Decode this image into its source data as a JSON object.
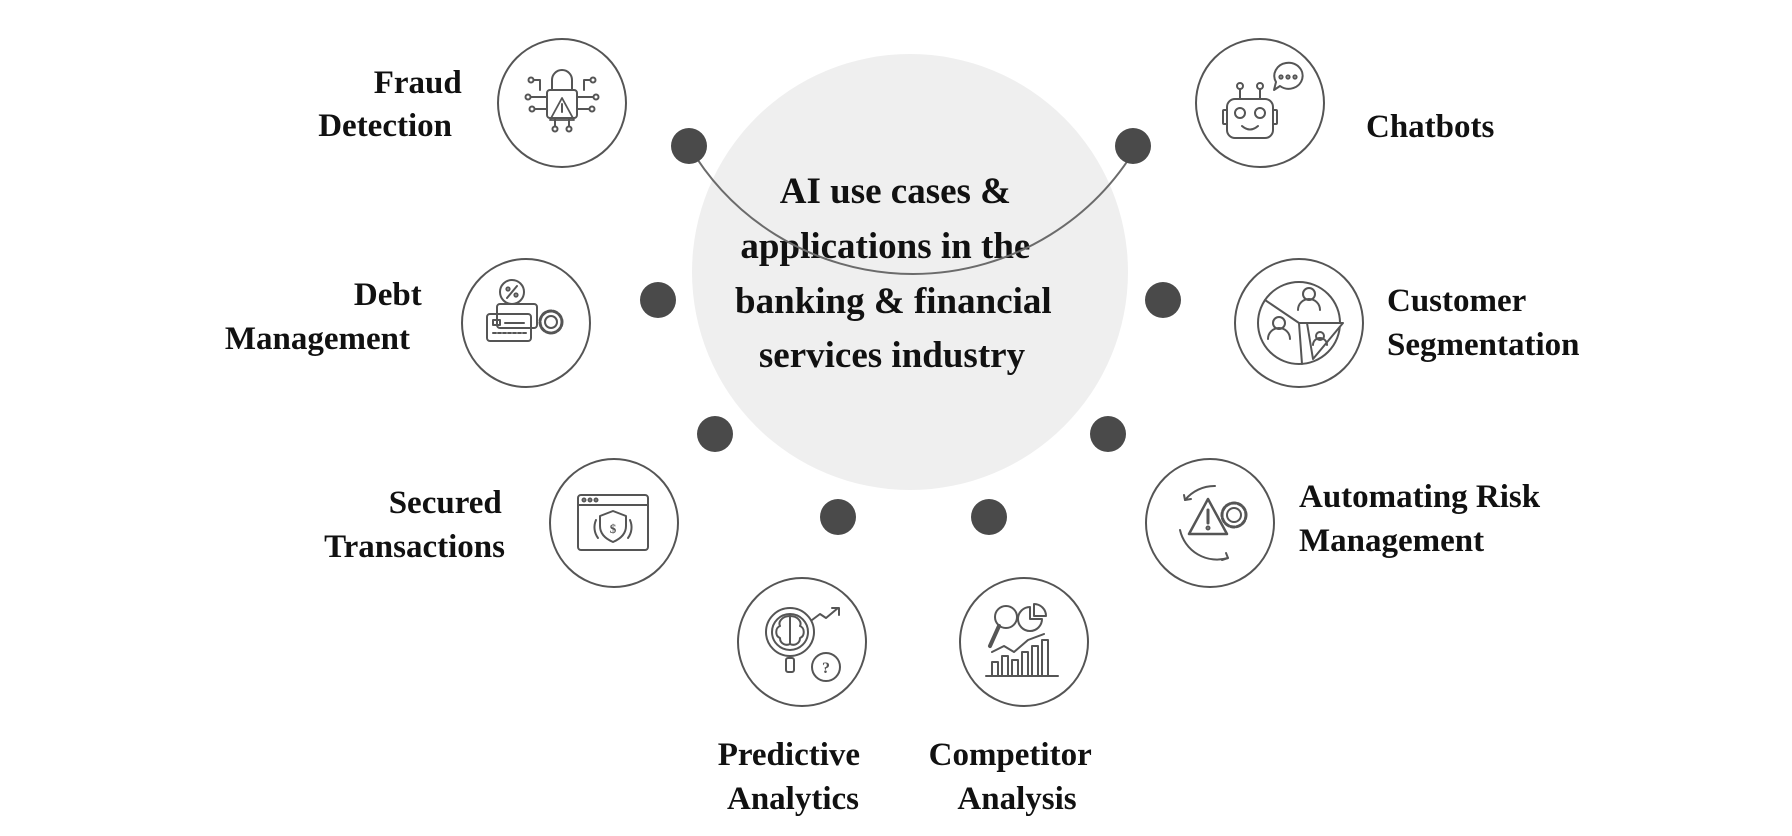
{
  "center": {
    "lines": [
      "AI use cases &",
      "applications in the",
      "banking & financial",
      "services industry"
    ]
  },
  "colors": {
    "center_fill": "#efefef",
    "ring": "#6b6b6b",
    "node": "#4a4a4a",
    "icon_stroke": "#555555",
    "text": "#111111"
  },
  "items": [
    {
      "id": "fraud-detection",
      "lines": [
        "Fraud",
        "Detection"
      ],
      "icon": "lock-alert-circuit-icon"
    },
    {
      "id": "debt-management",
      "lines": [
        "Debt",
        "Management"
      ],
      "icon": "card-percent-gear-icon"
    },
    {
      "id": "secured-transactions",
      "lines": [
        "Secured",
        "Transactions"
      ],
      "icon": "browser-dollar-shield-icon"
    },
    {
      "id": "predictive-analytics",
      "lines": [
        "Predictive",
        "Analytics"
      ],
      "icon": "brain-magnifier-icon"
    },
    {
      "id": "competitor-analysis",
      "lines": [
        "Competitor",
        "Analysis"
      ],
      "icon": "magnifier-chart-icon"
    },
    {
      "id": "automating-risk-management",
      "lines": [
        "Automating Risk",
        "Management"
      ],
      "icon": "warning-gear-cycle-icon"
    },
    {
      "id": "customer-segmentation",
      "lines": [
        "Customer",
        "Segmentation"
      ],
      "icon": "segmented-pie-users-icon"
    },
    {
      "id": "chatbots",
      "lines": [
        "Chatbots"
      ],
      "icon": "robot-speech-icon"
    }
  ]
}
